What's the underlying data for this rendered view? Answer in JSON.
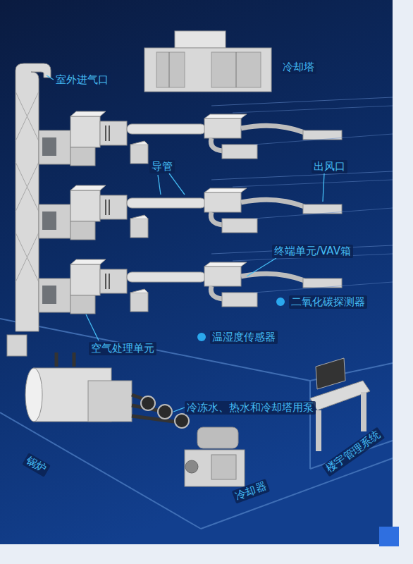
{
  "diagram": {
    "labels": [
      "冷却塔",
      "室外进气口",
      "导管",
      "出风口",
      "终端单元/VAV箱",
      "二氧化碳探测器",
      "温湿度传感器",
      "空气处理单元",
      "冷冻水、热水和冷却塔用泵",
      "锅炉",
      "冷却器",
      "楼宇管理系统"
    ]
  }
}
